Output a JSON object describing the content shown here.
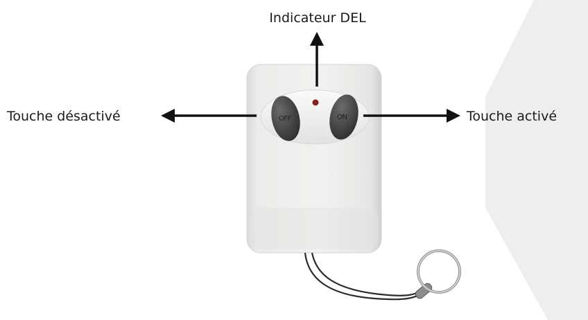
{
  "labels": {
    "led": "Indicateur DEL",
    "off_button": "Touche désactivé",
    "on_button": "Touche activé"
  },
  "remote": {
    "off_text": "OFF",
    "on_text": "ON",
    "body_color": "#ebebea",
    "button_color": "#3b3b3b",
    "led_color": "#8a1f14"
  },
  "background_shape_color": "#eeeeee"
}
